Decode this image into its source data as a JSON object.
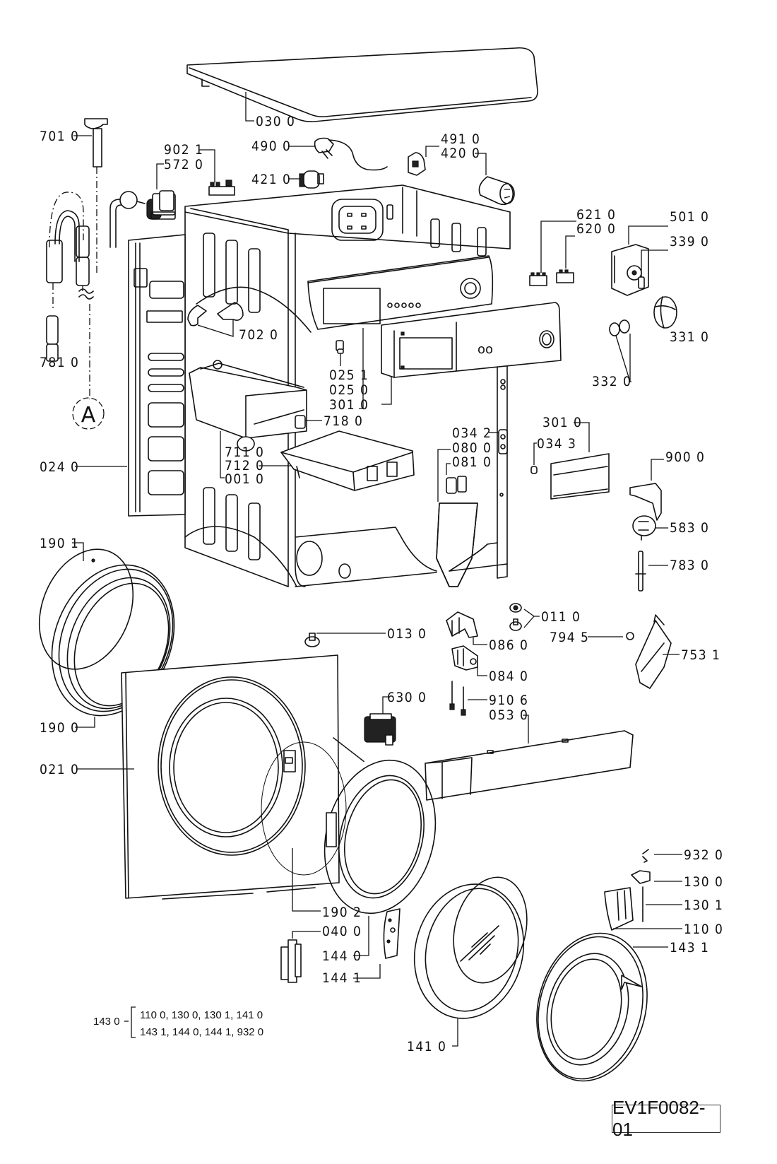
{
  "document": {
    "title": "Washing machine exploded parts diagram",
    "doc_id": "EV1F0082-01",
    "reference_marker": "A"
  },
  "labels": {
    "p030_0": "030 0",
    "p701_0": "701 0",
    "p490_0": "490 0",
    "p491_0": "491 0",
    "p420_0": "420 0",
    "p902_1": "902 1",
    "p572_0": "572 0",
    "p421_0": "421 0",
    "p621_0": "621 0",
    "p620_0": "620 0",
    "p501_0": "501 0",
    "p339_0": "339 0",
    "p331_0": "331 0",
    "p332_0": "332 0",
    "p702_0": "702 0",
    "p781_0": "781 0",
    "p025_1": "025 1",
    "p025_0": "025 0",
    "p301_0a": "301 0",
    "p718_0": "718 0",
    "p034_2": "034 2",
    "p080_0": "080 0",
    "p081_0": "081 0",
    "p301_0b": "301 0",
    "p034_3": "034 3",
    "p900_0": "900 0",
    "p711_0": "711 0",
    "p712_0": "712 0",
    "p001_0": "001 0",
    "p024_0": "024 0",
    "p583_0": "583 0",
    "p783_0": "783 0",
    "p190_1": "190 1",
    "p011_0": "011 0",
    "p794_5": "794 5",
    "p753_1": "753 1",
    "p013_0": "013 0",
    "p086_0": "086 0",
    "p084_0": "084 0",
    "p630_0": "630 0",
    "p910_6": "910 6",
    "p053_0": "053 0",
    "p190_0": "190 0",
    "p021_0": "021 0",
    "p932_0": "932 0",
    "p130_0": "130 0",
    "p130_1": "130 1",
    "p110_0": "110 0",
    "p143_1": "143 1",
    "p190_2": "190 2",
    "p040_0": "040 0",
    "p144_0": "144 0",
    "p144_1": "144 1",
    "p141_0": "141 0"
  },
  "kit": {
    "code": "143 0",
    "line1": "110 0, 130 0, 130 1, 141 0",
    "line2": "143 1, 144 0, 144 1, 932 0"
  }
}
